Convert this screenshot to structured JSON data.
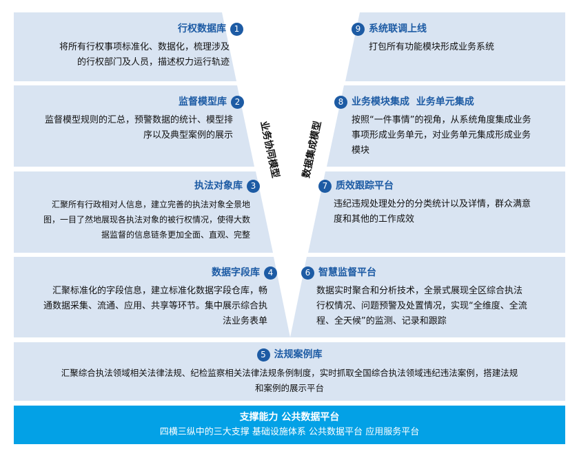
{
  "colors": {
    "panel": "#d9e4f2",
    "accent": "#1d5ba4",
    "bar": "#03a1e6"
  },
  "left": [
    {
      "num": "1",
      "title": "行权数据库",
      "lines": [
        "将所有行权事项标准化、数据化，梳理涉及",
        "的行权部门及人员，描述权力运行轨迹"
      ]
    },
    {
      "num": "2",
      "title": "监督模型库",
      "lines": [
        "监督模型规则的汇总，预警数据的统计、模型排",
        "序以及典型案例的展示"
      ]
    },
    {
      "num": "3",
      "title": "执法对象库",
      "lines": [
        "汇聚所有行政相对人信息，建立完善的执法对象全景地",
        "图，一目了然地展现各执法对象的被行权情况，使得大数",
        "据监督的信息链条更加全面、直观、完整"
      ]
    },
    {
      "num": "4",
      "title": "数据字段库",
      "lines": [
        "汇聚标准化的字段信息，建立标准化数据字段仓库，畅",
        "通数据采集、流通、应用、共享等环节。集中展示综合执",
        "法业务表单"
      ]
    }
  ],
  "right": [
    {
      "num": "9",
      "title": "系统联调上线",
      "lines": [
        "打包所有功能模块形成业务系统"
      ]
    },
    {
      "num": "8",
      "title": "业务模块集成  业务单元集成",
      "lines": [
        "按照“一件事情”的视角，从系统角度集成业务",
        "事项形成业务单元，对业务单元集成形成业务",
        "模块"
      ]
    },
    {
      "num": "7",
      "title": "质效跟踪平台",
      "lines": [
        "违纪违规处理处分的分类统计以及详情，群众满意",
        "度和其他的工作成效"
      ]
    },
    {
      "num": "6",
      "title": "智慧监督平台",
      "lines": [
        "数据实时聚合和分析技术，全景式展现全区综合执法",
        "行权情况、问题预警及处置情况，实现“全维度、全流",
        "程、全天候”的监测、记录和跟踪"
      ]
    }
  ],
  "bottom": {
    "num": "5",
    "title": "法规案例库",
    "lines": [
      "汇聚综合执法领域相关法律法规、纪检监察相关法律法规条例制度，实时抓取全国综合执法领域违纪违法案例，搭建法规",
      "和案例的展示平台"
    ]
  },
  "vertical": {
    "left": "业务协同模型",
    "right": "数据集成模型"
  },
  "support": {
    "title": "支撑能力 公共数据平台",
    "subtitle": "四横三纵中的三大支撑 基础设施体系 公共数据平台 应用服务平台"
  }
}
